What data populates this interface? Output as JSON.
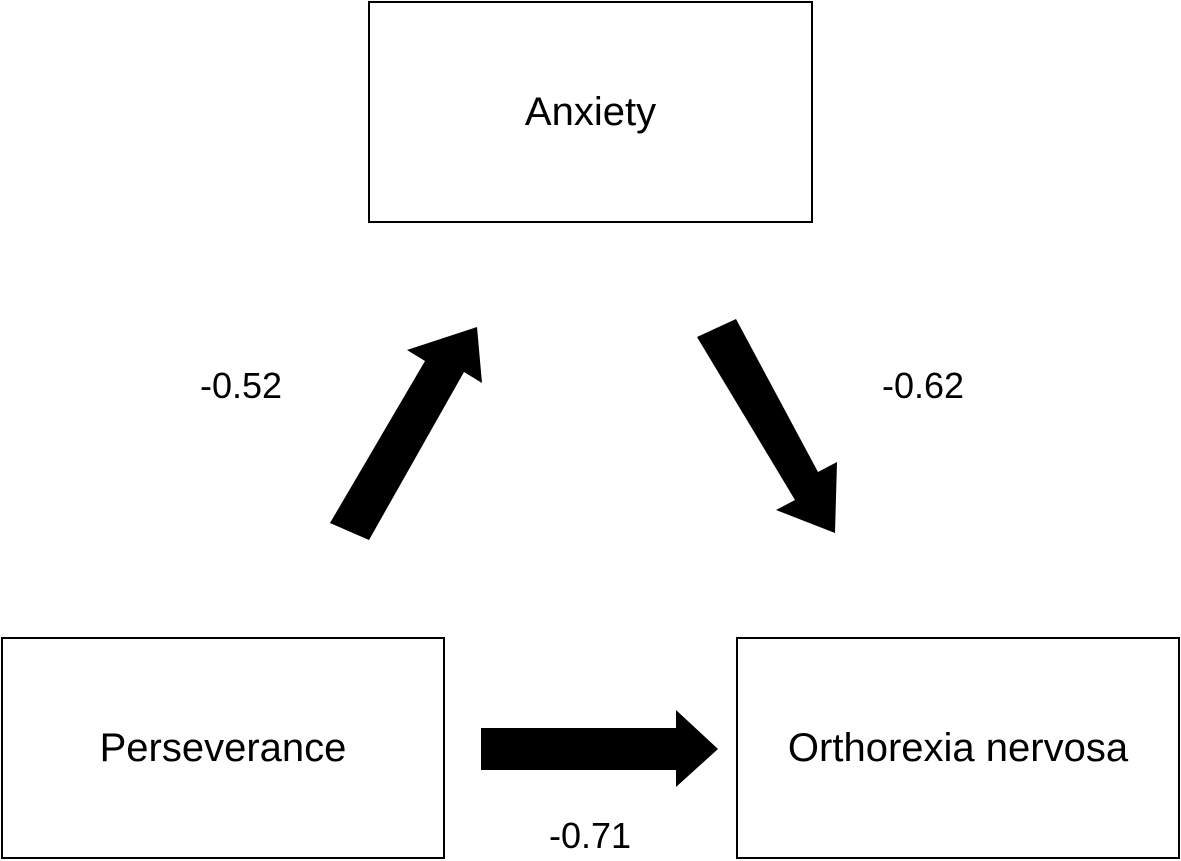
{
  "nodes": {
    "anxiety": "Anxiety",
    "perseverance": "Perseverance",
    "orthorexia": "Orthorexia nervosa"
  },
  "paths": {
    "perseverance_to_anxiety": "-0.52",
    "anxiety_to_orthorexia": "-0.62",
    "perseverance_to_orthorexia": "-0.71"
  }
}
